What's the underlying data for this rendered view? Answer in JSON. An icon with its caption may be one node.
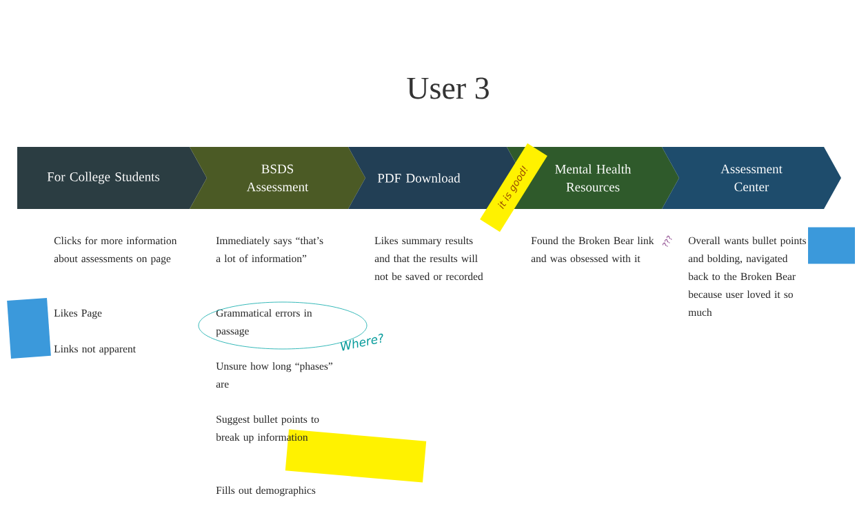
{
  "diagram": {
    "title": "User 3",
    "nodes": [
      {
        "text": [
          "For College Students"
        ]
      },
      {
        "text": [
          "BSDS Assessment"
        ]
      },
      {
        "text": [
          "PDF Download"
        ]
      },
      {
        "text": [
          "Mental Health Resources"
        ]
      },
      {
        "text": [
          "Assessment Center"
        ]
      },
      {
        "text": [],
        "shape": "box"
      },
      {
        "text": [],
        "shape": "box"
      },
      {
        "text": [],
        "shape": "box"
      }
    ],
    "labels": [
      "Clicks for more information about assessments on page",
      "Likes Page",
      "Links not apparent",
      "Immediately says “that’s a lot of information”",
      "Grammatical errors in passage",
      "Unsure how long “phases” are",
      "Suggest bullet points to break up information",
      "Fills out demographics",
      "Likes summary results and that the results will not be saved or recorded",
      "Found the Broken Bear link and was obsessed with it",
      "Overall wants bullet points and bolding, navigated back to the Broken Bear because user loved it so much",
      "it is good!",
      "Where?",
      "???"
    ]
  }
}
